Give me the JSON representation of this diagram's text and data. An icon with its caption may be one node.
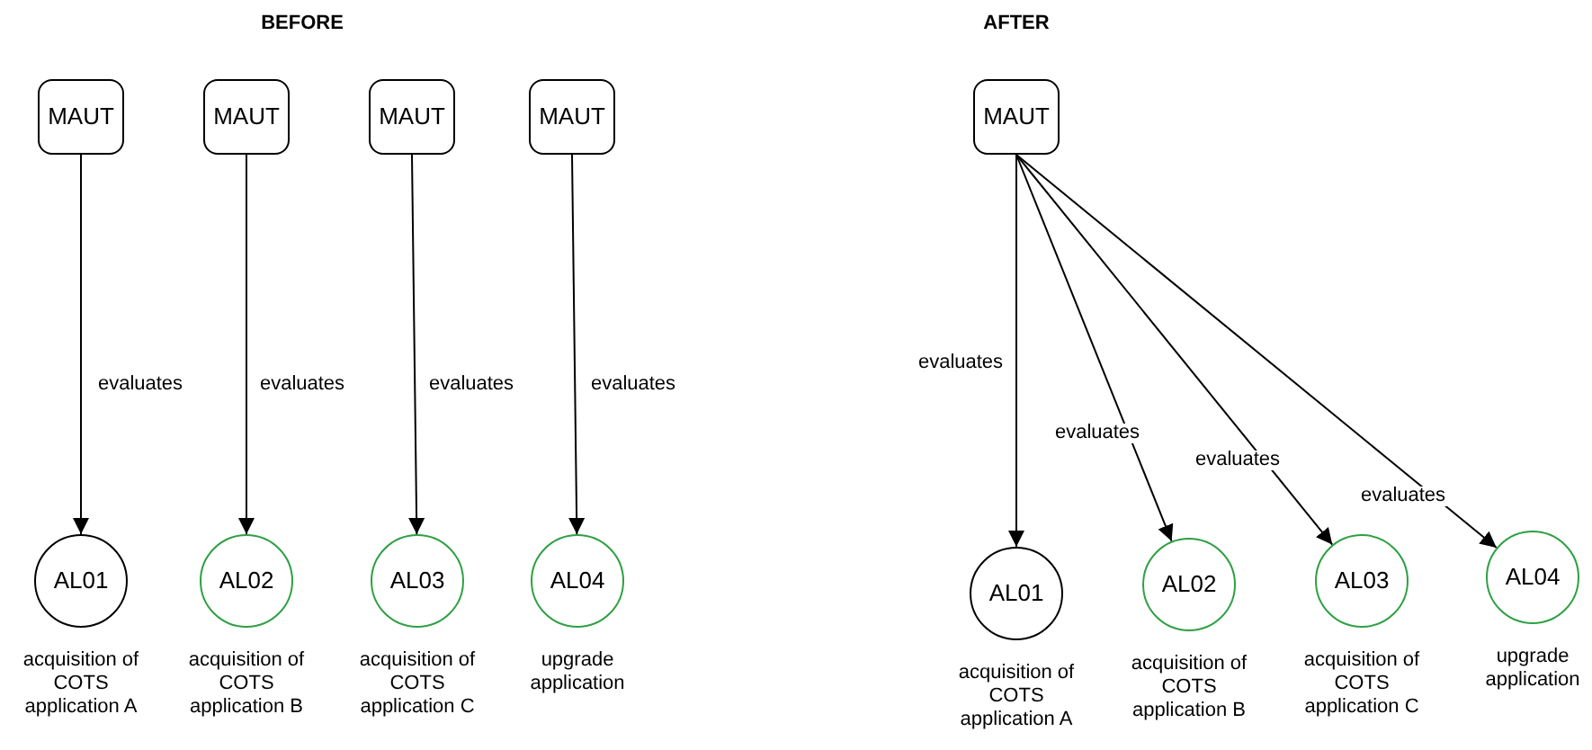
{
  "diagram": {
    "nodes": [
      {
        "text": [
          "MAUT"
        ]
      },
      {
        "text": [
          "MAUT"
        ]
      },
      {
        "text": [
          "MAUT"
        ]
      },
      {
        "text": [
          "MAUT"
        ]
      },
      {
        "text": [
          "AL01"
        ],
        "beside": [
          "acquisition of COTS application A"
        ]
      },
      {
        "text": [
          "AL02"
        ],
        "beside": [
          "acquisition of COTS application B"
        ]
      },
      {
        "text": [
          "AL03"
        ],
        "beside": [
          "acquisition of COTS application C"
        ]
      },
      {
        "text": [
          "AL04"
        ],
        "beside": [
          "upgrade application"
        ]
      },
      {
        "text": [
          "MAUT"
        ]
      },
      {
        "text": [
          "AL01"
        ],
        "beside": [
          "acquisition of COTS application A"
        ]
      },
      {
        "text": [
          "AL02"
        ],
        "beside": [
          "acquisition of COTS application B"
        ]
      },
      {
        "text": [
          "AL03"
        ],
        "beside": [
          "acquisition of COTS application C"
        ]
      },
      {
        "text": [
          "AL04"
        ],
        "beside": [
          "upgrade application"
        ]
      }
    ],
    "edges": [
      {
        "from": 0,
        "to": 4,
        "arrow": "to",
        "label": "evaluates"
      },
      {
        "from": 1,
        "to": 5,
        "arrow": "to",
        "label": "evaluates"
      },
      {
        "from": 2,
        "to": 6,
        "arrow": "to",
        "label": "evaluates"
      },
      {
        "from": 3,
        "to": 7,
        "arrow": "to",
        "label": "evaluates"
      },
      {
        "from": 8,
        "to": 9,
        "arrow": "to",
        "label": "evaluates"
      },
      {
        "from": 8,
        "to": 10,
        "arrow": "to",
        "label": "evaluates"
      },
      {
        "from": 8,
        "to": 11,
        "arrow": "to",
        "label": "evaluates"
      },
      {
        "from": 8,
        "to": 12,
        "arrow": "to",
        "label": "evaluates"
      }
    ],
    "labels": [
      "BEFORE",
      "AFTER"
    ]
  }
}
